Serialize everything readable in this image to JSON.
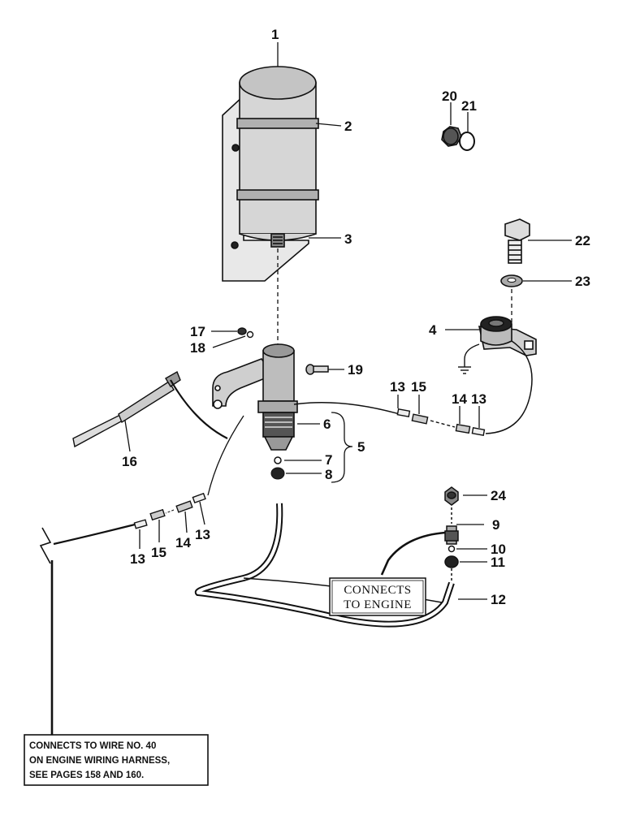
{
  "callouts": [
    "1",
    "2",
    "3",
    "4",
    "5",
    "6",
    "7",
    "8",
    "9",
    "10",
    "11",
    "12",
    "13",
    "13",
    "13",
    "13",
    "14",
    "14",
    "15",
    "15",
    "16",
    "17",
    "18",
    "19",
    "20",
    "21",
    "22",
    "23",
    "24"
  ],
  "note_engine": {
    "line1": "CONNECTS",
    "line2": "TO ENGINE"
  },
  "note_wire": {
    "line1": "CONNECTS TO WIRE NO. 40",
    "line2": "ON ENGINE WIRING HARNESS,",
    "line3": "SEE PAGES 158 AND 160."
  }
}
